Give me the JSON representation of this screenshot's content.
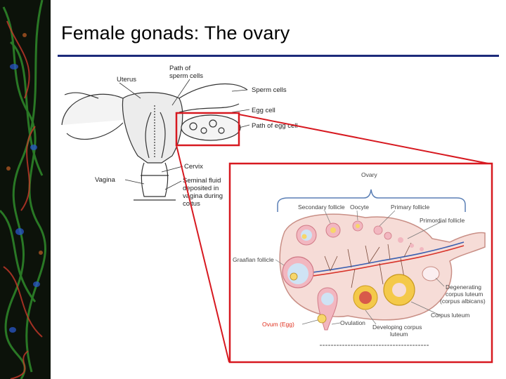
{
  "slide": {
    "title": "Female gonads: The ovary"
  },
  "uterus_diagram": {
    "labels": {
      "uterus": "Uterus",
      "path_of": "Path of",
      "sperm_cells_path": "sperm cells",
      "sperm_cells": "Sperm cells",
      "egg_cell": "Egg cell",
      "path_of_egg_cell": "Path of egg cell",
      "cervix": "Cervix",
      "vagina": "Vagina",
      "seminal_1": "Seminal fluid",
      "seminal_2": "deposited in",
      "seminal_3": "vagina during",
      "seminal_4": "coitus"
    }
  },
  "ovary_diagram": {
    "labels": {
      "ovary": "Ovary",
      "secondary_follicle": "Secondary follicle",
      "oocyte": "Oocyte",
      "primary_follicle": "Primary follicle",
      "primordial_follicle": "Primordial follicle",
      "graafian_follicle": "Graafian follicle",
      "degenerating_1": "Degenerating",
      "degenerating_2": "corpus luteum",
      "degenerating_3": "(corpus albicans)",
      "corpus_luteum": "Corpus luteum",
      "ovum": "Ovum (Egg)",
      "ovulation": "Ovulation",
      "developing_1": "Developing corpus",
      "developing_2": "luteum"
    }
  },
  "colors": {
    "highlight_red": "#d71920",
    "title_rule": "#1c2a7a",
    "ovum_label": "#e0301e",
    "ovary_tissue": "#f6dcd7",
    "follicle_pink": "#f2b7c0",
    "corpus_luteum_yellow": "#f4c94a"
  },
  "icons": {
    "side_strip": "fluorescence-micrograph-strip"
  }
}
